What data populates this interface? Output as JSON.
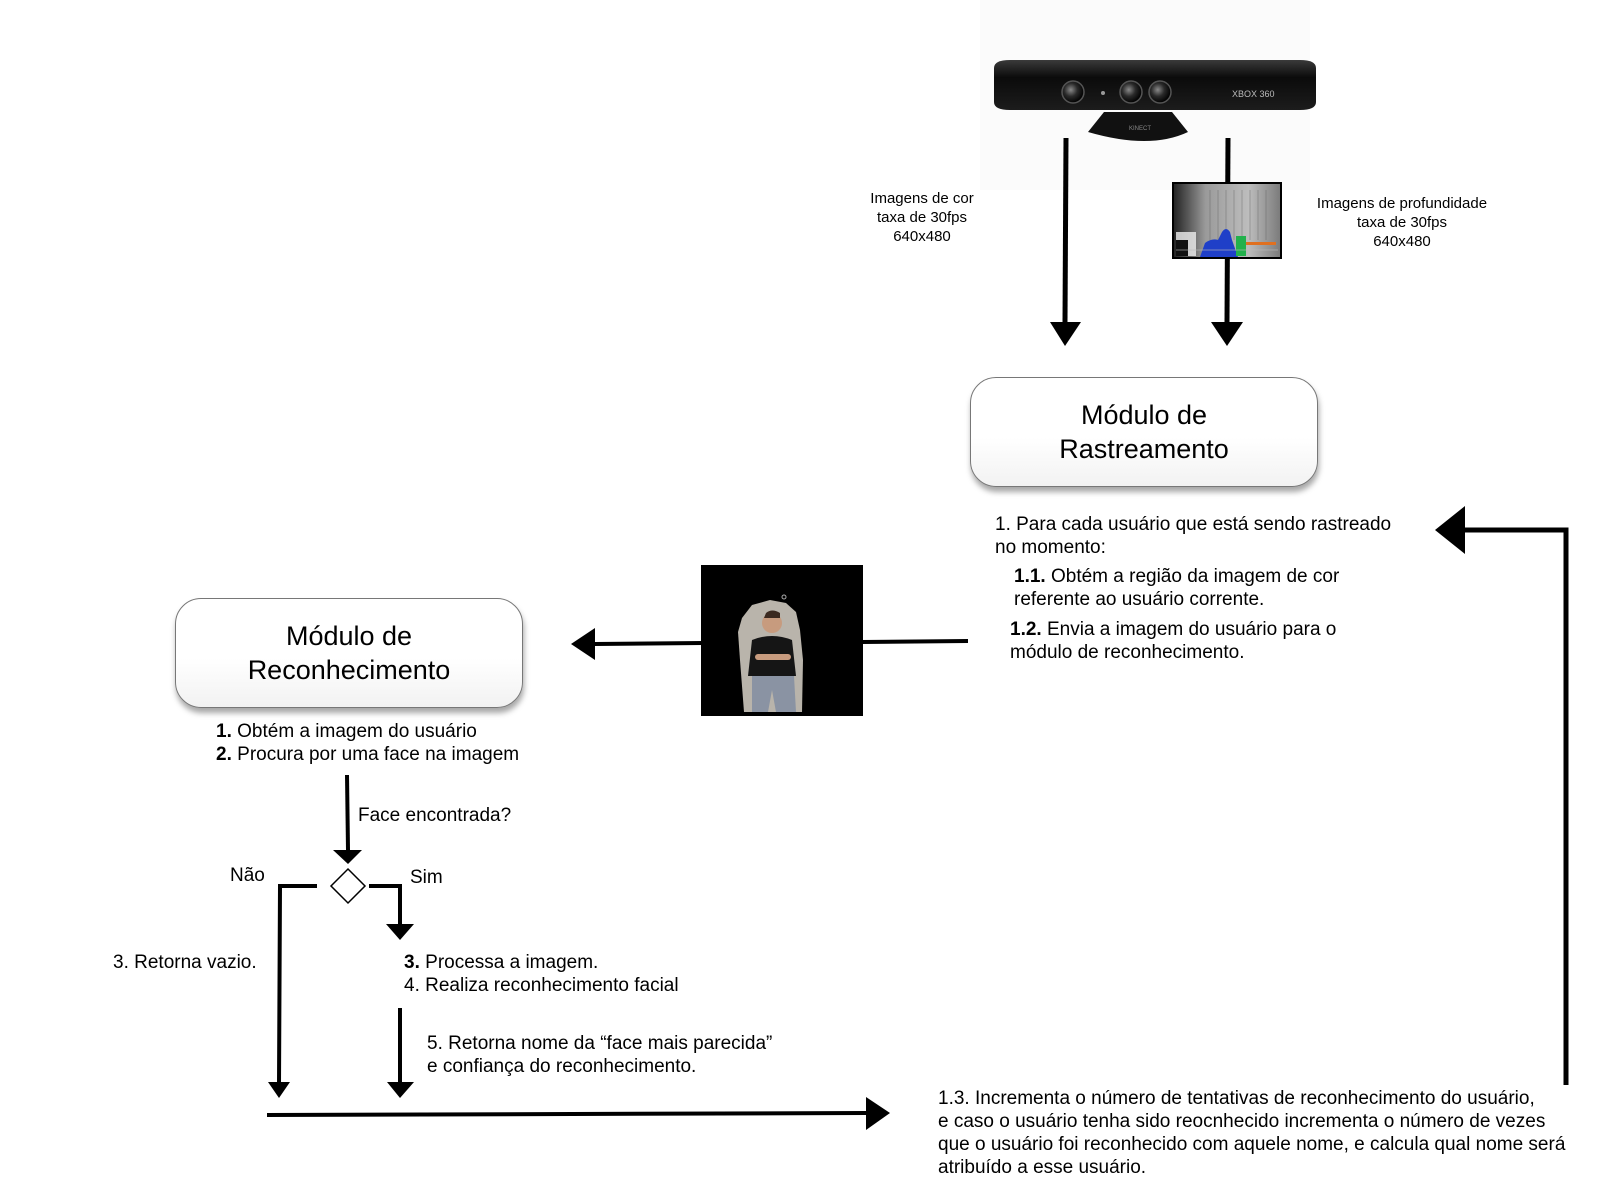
{
  "sensor": {
    "brand_label": "XBOX 360",
    "base_label": "KINECT"
  },
  "streams": {
    "color": [
      "Imagens de cor",
      "taxa de 30fps",
      "640x480"
    ],
    "depth": [
      "Imagens de profundidade",
      "taxa de 30fps",
      "640x480"
    ]
  },
  "tracking_module": {
    "title_line1": "Módulo de",
    "title_line2": "Rastreamento",
    "step1": [
      "1. Para cada usuário que está sendo rastreado",
      "no momento:"
    ],
    "step1_1_num": "1.1.",
    "step1_1": [
      "Obtém  a região da imagem de cor",
      "referente ao usuário corrente."
    ],
    "step1_2_num": "1.2.",
    "step1_2": [
      "Envia a imagem do usuário para o",
      "módulo de reconhecimento."
    ],
    "step1_3": [
      "1.3. Incrementa o número de tentativas de reconhecimento do usuário,",
      "e caso o usuário tenha sido reocnhecido incrementa o número de vezes",
      "que o usuário foi reconhecido com aquele nome, e calcula qual nome será",
      "atribuído a esse usuário."
    ]
  },
  "recognition_module": {
    "title_line1": "Módulo de",
    "title_line2": "Reconhecimento",
    "step1_num": "1.",
    "step1": "Obtém a imagem do usuário",
    "step2_num": "2.",
    "step2": "Procura por uma face na imagem",
    "decision_question": "Face encontrada?",
    "no_label": "Não",
    "yes_label": "Sim",
    "step3_no": "3. Retorna vazio.",
    "step3_yes_num": "3.",
    "step3_yes": "Processa a imagem.",
    "step4": "4. Realiza reconhecimento facial",
    "step5": [
      "5. Retorna nome da “face mais parecida”",
      "e confiança do reconhecimento."
    ]
  },
  "colors": {
    "arrow": "#000000",
    "box_border": "#777777",
    "photo_bg": "#000000",
    "depth_person": "#1f3fc8",
    "depth_green": "#22b14c",
    "depth_orange": "#e07020"
  }
}
